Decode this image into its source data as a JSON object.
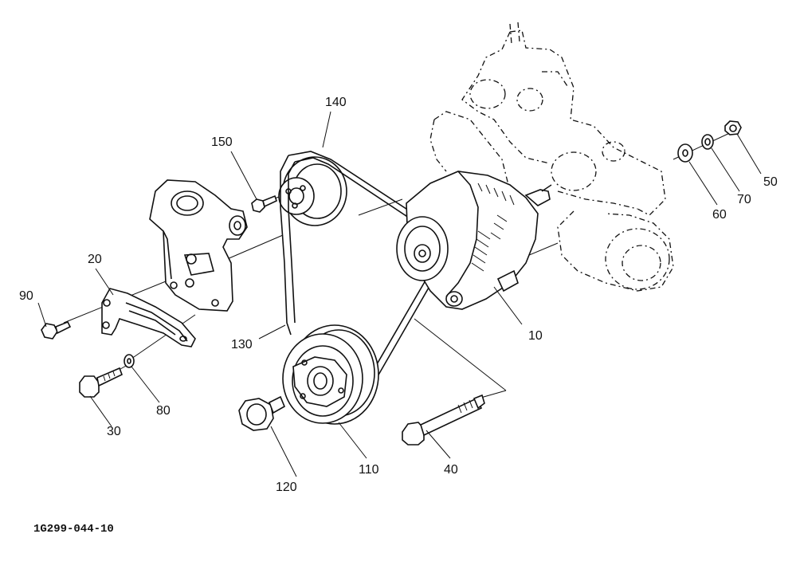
{
  "diagram": {
    "drawing_code": "1G299-044-10",
    "callouts": {
      "alternator": "10",
      "bracket": "20",
      "bolt_30": "30",
      "bolt_long": "40",
      "nut": "50",
      "washer_60": "60",
      "washer_70": "70",
      "washer_80": "80",
      "bolt_90": "90",
      "crank_pulley": "110",
      "pulley_bolt": "120",
      "v_belt": "130",
      "fan_pulley": "140",
      "pulley_bolt_150": "150"
    }
  }
}
